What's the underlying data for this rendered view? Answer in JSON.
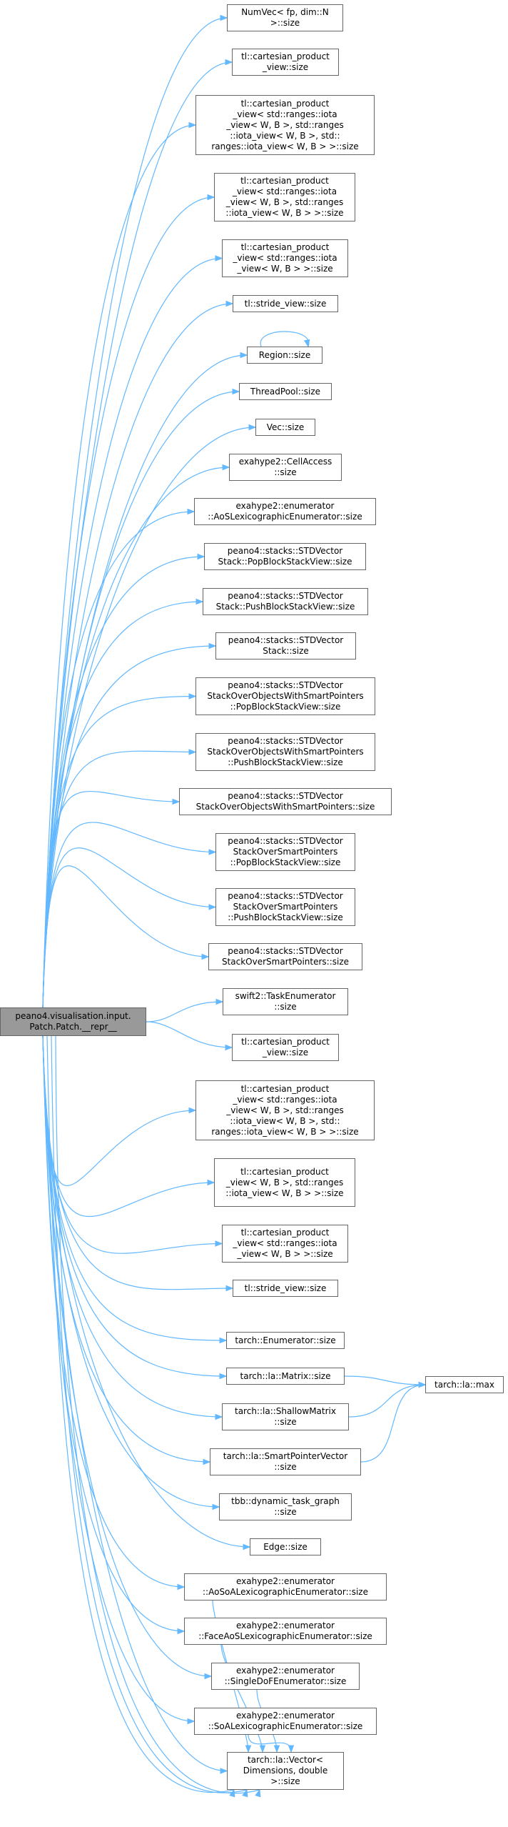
{
  "colors": {
    "edge": "#63b8ff",
    "node_border": "#666666",
    "root_fill": "#999999",
    "node_fill": "#ffffff"
  },
  "root": {
    "id": "root",
    "lines": [
      "peano4.visualisation.input.",
      "Patch.Patch.__repr__"
    ]
  },
  "nodes": [
    {
      "id": "n1",
      "lines": [
        "NumVec< fp, dim::N",
        ">::size"
      ]
    },
    {
      "id": "n2",
      "lines": [
        "tl::cartesian_product",
        "_view::size"
      ]
    },
    {
      "id": "n3",
      "lines": [
        "tl::cartesian_product",
        "_view< std::ranges::iota",
        "_view< W, B >, std::ranges",
        "::iota_view< W, B >, std::",
        "ranges::iota_view< W, B > >::size"
      ]
    },
    {
      "id": "n4",
      "lines": [
        "tl::cartesian_product",
        "_view< std::ranges::iota",
        "_view< W, B >, std::ranges",
        "::iota_view< W, B > >::size"
      ]
    },
    {
      "id": "n5",
      "lines": [
        "tl::cartesian_product",
        "_view< std::ranges::iota",
        "_view< W, B > >::size"
      ]
    },
    {
      "id": "n6",
      "lines": [
        "tl::stride_view::size"
      ]
    },
    {
      "id": "n7",
      "lines": [
        "Region::size"
      ]
    },
    {
      "id": "n8",
      "lines": [
        "ThreadPool::size"
      ]
    },
    {
      "id": "n9",
      "lines": [
        "Vec::size"
      ]
    },
    {
      "id": "n10",
      "lines": [
        "exahype2::CellAccess",
        "::size"
      ]
    },
    {
      "id": "n11",
      "lines": [
        "exahype2::enumerator",
        "::AoSLexicographicEnumerator::size"
      ]
    },
    {
      "id": "n12",
      "lines": [
        "peano4::stacks::STDVector",
        "Stack::PopBlockStackView::size"
      ]
    },
    {
      "id": "n13",
      "lines": [
        "peano4::stacks::STDVector",
        "Stack::PushBlockStackView::size"
      ]
    },
    {
      "id": "n14",
      "lines": [
        "peano4::stacks::STDVector",
        "Stack::size"
      ]
    },
    {
      "id": "n15",
      "lines": [
        "peano4::stacks::STDVector",
        "StackOverObjectsWithSmartPointers",
        "::PopBlockStackView::size"
      ]
    },
    {
      "id": "n16",
      "lines": [
        "peano4::stacks::STDVector",
        "StackOverObjectsWithSmartPointers",
        "::PushBlockStackView::size"
      ]
    },
    {
      "id": "n17",
      "lines": [
        "peano4::stacks::STDVector",
        "StackOverObjectsWithSmartPointers::size"
      ]
    },
    {
      "id": "n18",
      "lines": [
        "peano4::stacks::STDVector",
        "StackOverSmartPointers",
        "::PopBlockStackView::size"
      ]
    },
    {
      "id": "n19",
      "lines": [
        "peano4::stacks::STDVector",
        "StackOverSmartPointers",
        "::PushBlockStackView::size"
      ]
    },
    {
      "id": "n20",
      "lines": [
        "peano4::stacks::STDVector",
        "StackOverSmartPointers::size"
      ]
    },
    {
      "id": "n21",
      "lines": [
        "swift2::TaskEnumerator",
        "::size"
      ]
    },
    {
      "id": "n22",
      "lines": [
        "tl::cartesian_product",
        "_view::size"
      ]
    },
    {
      "id": "n23",
      "lines": [
        "tl::cartesian_product",
        "_view< std::ranges::iota",
        "_view< W, B >, std::ranges",
        "::iota_view< W, B >, std::",
        "ranges::iota_view< W, B > >::size"
      ]
    },
    {
      "id": "n24",
      "lines": [
        "tl::cartesian_product",
        "_view< W, B >, std::ranges",
        "::iota_view< W, B > >::size"
      ]
    },
    {
      "id": "n25",
      "lines": [
        "tl::cartesian_product",
        "_view< std::ranges::iota",
        "_view< W, B > >::size"
      ]
    },
    {
      "id": "n26",
      "lines": [
        "tl::stride_view::size"
      ]
    },
    {
      "id": "n27",
      "lines": [
        "tarch::Enumerator::size"
      ]
    },
    {
      "id": "n28",
      "lines": [
        "tarch::la::Matrix::size"
      ]
    },
    {
      "id": "n29",
      "lines": [
        "tarch::la::ShallowMatrix",
        "::size"
      ]
    },
    {
      "id": "n30",
      "lines": [
        "tarch::la::SmartPointerVector",
        "::size"
      ]
    },
    {
      "id": "n31",
      "lines": [
        "tbb::dynamic_task_graph",
        "::size"
      ]
    },
    {
      "id": "n32",
      "lines": [
        "Edge::size"
      ]
    },
    {
      "id": "n33",
      "lines": [
        "exahype2::enumerator",
        "::AoSoALexicographicEnumerator::size"
      ]
    },
    {
      "id": "n34",
      "lines": [
        "exahype2::enumerator",
        "::FaceAoSLexicographicEnumerator::size"
      ]
    },
    {
      "id": "n35",
      "lines": [
        "exahype2::enumerator",
        "::SingleDoFEnumerator::size"
      ]
    },
    {
      "id": "n36",
      "lines": [
        "exahype2::enumerator",
        "::SoALexicographicEnumerator::size"
      ]
    },
    {
      "id": "n37",
      "lines": [
        "tarch::la::Vector<",
        "Dimensions, double",
        ">::size"
      ]
    },
    {
      "id": "n38",
      "lines": [
        "tarch::la::max"
      ]
    }
  ]
}
